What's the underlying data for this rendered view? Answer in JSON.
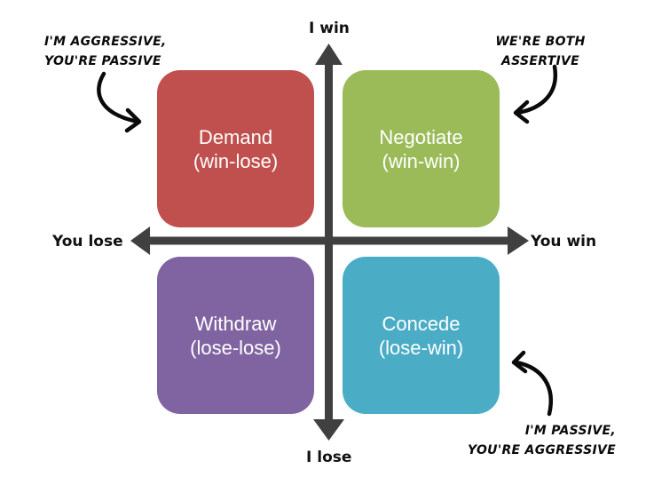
{
  "diagram": {
    "type": "conflict-style-quadrant",
    "axes": {
      "vertical": {
        "top_label": "I win",
        "bottom_label": "I lose"
      },
      "horizontal": {
        "left_label": "You lose",
        "right_label": "You win"
      },
      "color": "#404040"
    },
    "quadrants": [
      {
        "id": "demand",
        "position": "top-left",
        "title": "Demand",
        "subtitle": "(win-lose)",
        "color": "#c0504d"
      },
      {
        "id": "negotiate",
        "position": "top-right",
        "title": "Negotiate",
        "subtitle": "(win-win)",
        "color": "#9bbb59"
      },
      {
        "id": "withdraw",
        "position": "bottom-left",
        "title": "Withdraw",
        "subtitle": "(lose-lose)",
        "color": "#8064a2"
      },
      {
        "id": "concede",
        "position": "bottom-right",
        "title": "Concede",
        "subtitle": "(lose-win)",
        "color": "#4bacc6"
      }
    ],
    "annotations": [
      {
        "id": "aggressive-passive",
        "points_to": "demand",
        "lines": [
          "I'm aggressive,",
          "you're passive"
        ]
      },
      {
        "id": "both-assertive",
        "points_to": "negotiate",
        "lines": [
          "We're both",
          "assertive"
        ]
      },
      {
        "id": "passive-aggressive",
        "points_to": "concede",
        "lines": [
          "I'm passive,",
          "you're aggressive"
        ]
      }
    ]
  }
}
